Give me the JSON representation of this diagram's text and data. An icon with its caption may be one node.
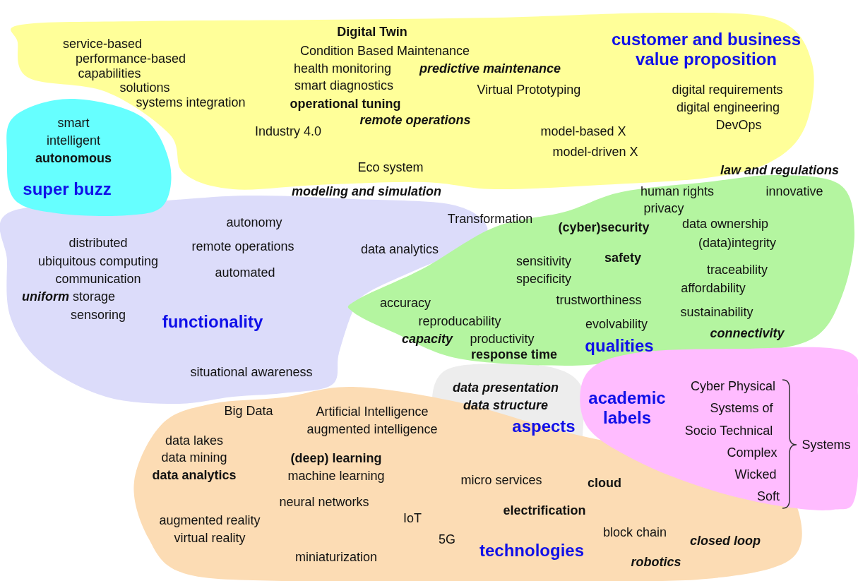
{
  "diagram": {
    "nodes": [
      {
        "text": [
          "Digital Twin",
          "customer and business value proposition",
          "service-based",
          "Condition Based Maintenance",
          "performance-based",
          "health monitoring",
          "predictive maintenance",
          "capabilities",
          "solutions",
          "smart diagnostics",
          "Virtual Prototyping",
          "digital requirements",
          "systems integration",
          "operational tuning",
          "digital engineering",
          "remote operations",
          "DevOps",
          "Industry 4.0",
          "model-based X",
          "model-driven X"
        ]
      },
      {
        "text": [
          "smart",
          "intelligent",
          "autonomous",
          "super buzz"
        ]
      },
      {
        "text": [
          "autonomy",
          "distributed",
          "remote operations",
          "data analytics",
          "ubiquitous computing",
          "automated",
          "communication",
          "**uniform** storage",
          "sensoring",
          "functionality",
          "situational awareness"
        ]
      },
      {
        "text": [
          "data presentation",
          "data structure",
          "aspects"
        ]
      },
      {
        "text": [
          "law and regulations",
          "human rights",
          "innovative",
          "privacy",
          "(cyber)security",
          "data ownership",
          "(data)integrity",
          "safety",
          "sensitivity",
          "traceability",
          "specificity",
          "affordability",
          "trustworthiness",
          "accuracy",
          "sustainability",
          "reproducability",
          "evolvability",
          "capacity",
          "productivity",
          "connectivity",
          "qualities",
          "response time"
        ]
      },
      {
        "text": [
          "Cyber Physical",
          "academic labels",
          "Systems of",
          "Socio Technical",
          "Systems",
          "Complex",
          "Wicked",
          "Soft"
        ]
      },
      {
        "text": [
          "Big Data",
          "Artificial Intelligence",
          "augmented intelligence",
          "data lakes",
          "data mining",
          "(deep) learning",
          "data analytics",
          "machine learning",
          "micro services",
          "cloud",
          "neural networks",
          "electrification",
          "IoT",
          "augmented reality",
          "block chain",
          "virtual reality",
          "5G",
          "closed loop",
          "technologies",
          "miniaturization",
          "robotics"
        ]
      }
    ],
    "labels": [
      "Eco system",
      "modeling and simulation",
      "Transformation"
    ]
  }
}
